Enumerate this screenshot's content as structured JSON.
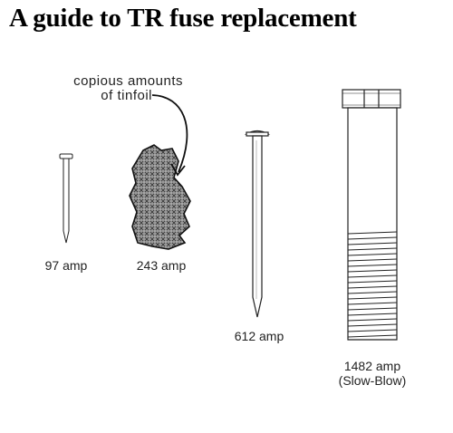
{
  "title": "A guide to TR fuse replacement",
  "annotation": {
    "line1": "copious amounts",
    "line2": "of tinfoil"
  },
  "items": [
    {
      "label": "97 amp"
    },
    {
      "label": "243 amp"
    },
    {
      "label": "612 amp"
    },
    {
      "label": "1482 amp",
      "sublabel": "(Slow-Blow)"
    }
  ]
}
